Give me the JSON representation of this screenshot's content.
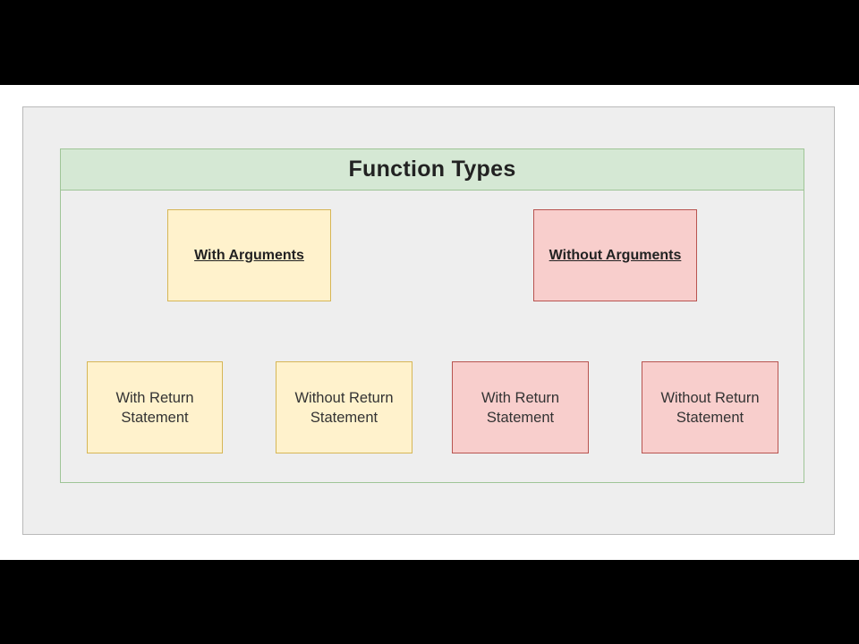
{
  "diagram": {
    "title": "Function Types",
    "branches": [
      {
        "label": "With Arguments",
        "color": "#fff2cc",
        "children": [
          {
            "line1": "With Return",
            "line2": "Statement"
          },
          {
            "line1": "Without Return",
            "line2": "Statement"
          }
        ]
      },
      {
        "label": "Without Arguments",
        "color": "#f8cecc",
        "children": [
          {
            "line1": "With Return",
            "line2": "Statement"
          },
          {
            "line1": "Without Return",
            "line2": "Statement"
          }
        ]
      }
    ]
  },
  "colors": {
    "title_bar": "#d5e8d4",
    "title_border": "#9fc597",
    "yellow_fill": "#fff2cc",
    "yellow_border": "#d6b656",
    "red_fill": "#f8cecc",
    "red_border": "#b85450",
    "connector": "#1a1a1a"
  }
}
